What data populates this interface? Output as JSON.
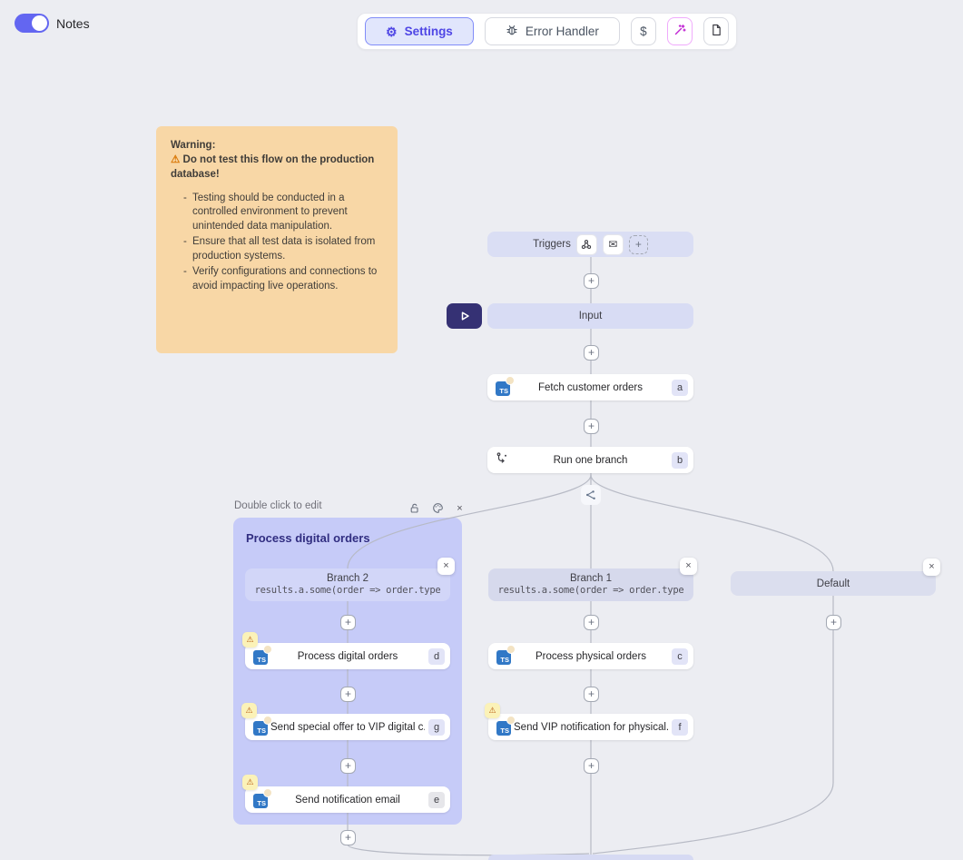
{
  "header": {
    "notes_label": "Notes",
    "toolbar": {
      "settings": "Settings",
      "error_handler": "Error Handler",
      "dollar": "$"
    }
  },
  "note": {
    "title": "Warning:",
    "alert": "Do not test this flow on the production database!",
    "bullets": [
      "Testing should be conducted in a controlled environment to prevent unintended data manipulation.",
      "Ensure that all test data is isolated from production systems.",
      "Verify configurations and connections to avoid impacting live operations."
    ]
  },
  "flow": {
    "triggers_label": "Triggers",
    "input_label": "Input",
    "steps": {
      "fetch": {
        "label": "Fetch customer orders",
        "badge": "a"
      },
      "branch_node": {
        "label": "Run one branch",
        "badge": "b"
      }
    },
    "group": {
      "hint": "Double click to edit",
      "title": "Process digital orders"
    },
    "branch2": {
      "title": "Branch 2",
      "code": "results.a.some(order => order.type",
      "steps": [
        {
          "label": "Process digital orders",
          "badge": "d"
        },
        {
          "label": "Send special offer to VIP digital c...",
          "badge": "g"
        },
        {
          "label": "Send notification email",
          "badge": "e"
        }
      ]
    },
    "branch1": {
      "title": "Branch 1",
      "code": "results.a.some(order => order.type",
      "steps": [
        {
          "label": "Process physical orders",
          "badge": "c"
        },
        {
          "label": "Send VIP notification for physical...",
          "badge": "f"
        }
      ]
    },
    "default_branch": {
      "title": "Default"
    }
  },
  "icons": {
    "plus": "+",
    "close": "×",
    "mail": "✉",
    "gear": "⚙",
    "warning": "⚠",
    "ts": "TS"
  },
  "colors": {
    "accent": "#4f46e5",
    "toggle_on": "#6366f1",
    "note_bg": "#f8d7a6",
    "group_bg": "#c6cbf8",
    "wand": "#c026d3",
    "ts_blue": "#3178c6",
    "warn_badge": "#b45309",
    "edge": "#b7bac5"
  }
}
